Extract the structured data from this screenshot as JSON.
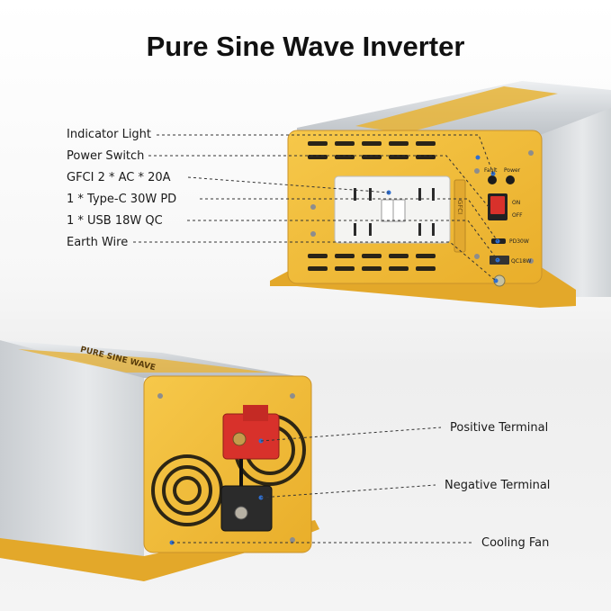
{
  "title": "Pure Sine Wave Inverter",
  "labels": {
    "indicator_light": "Indicator Light",
    "power_switch": "Power Switch",
    "gfci": "GFCI  2 * AC * 20A",
    "type_c": "1 * Type-C 30W PD",
    "usb": "1 * USB 18W QC",
    "earth_wire": "Earth Wire",
    "positive_terminal": "Positive Terminal",
    "negative_terminal": "Negative Terminal",
    "cooling_fan": "Cooling Fan"
  },
  "device_text": {
    "switch_on": "ON",
    "switch_off": "OFF",
    "pd_port": "PD30W",
    "qc_port": "QC18W",
    "gfci_panel": "GFCI",
    "front_led_fault": "Fault",
    "front_led_power": "Power",
    "top_label": "PURE SINE WAVE"
  },
  "colors": {
    "panel_yellow": "#f2bf3c",
    "aluminum": "#d9dde1",
    "terminal_red": "#d8312b",
    "terminal_black": "#2b2b2b",
    "marker_blue": "#2f6fd0"
  }
}
